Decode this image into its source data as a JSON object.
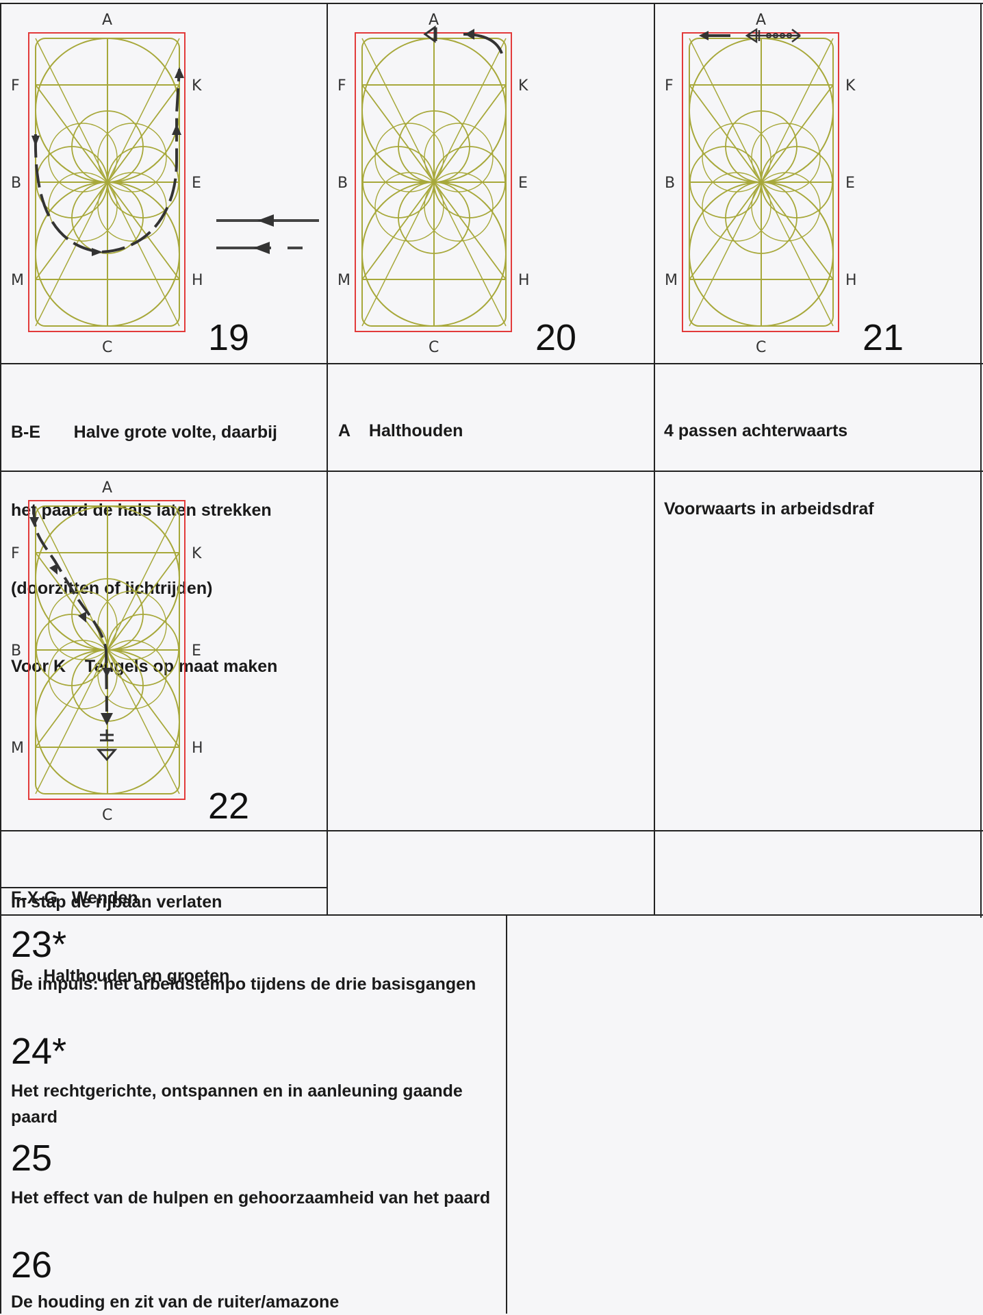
{
  "arena_letters": {
    "top": "A",
    "bottom": "C",
    "left": [
      "F",
      "B",
      "M"
    ],
    "right": [
      "K",
      "E",
      "H"
    ]
  },
  "colors": {
    "arena_border": "#e23a3a",
    "arena_lines": "#a7a83a",
    "route": "#333333"
  },
  "figures": [
    {
      "number": "19",
      "text_lines": [
        "B-E       Halve grote volte, daarbij",
        "het paard de hals laten strekken",
        "(doorzitten of lichtrijden)",
        "Voor K    Teugels op maat maken"
      ]
    },
    {
      "number": "20",
      "text_lines": [
        "A    Halthouden"
      ]
    },
    {
      "number": "21",
      "text_lines": [
        "4 passen achterwaarts",
        "Voorwaarts in arbeidsdraf"
      ]
    },
    {
      "number": "22",
      "text_lines": [
        "F-X-G   Wenden",
        "G    Halthouden en groeten"
      ],
      "extra_line": "In stap de rijbaan verlaten"
    }
  ],
  "scores": [
    {
      "number": "23*",
      "description": "De impuls: het arbeidstempo tijdens de drie basisgangen"
    },
    {
      "number": "24*",
      "description": "Het rechtgerichte, ontspannen en in aanleuning gaande paard"
    },
    {
      "number": "25",
      "description": "Het effect van de hulpen en gehoorzaamheid van het paard"
    },
    {
      "number": "26",
      "description": "De houding en zit van de ruiter/amazone"
    }
  ]
}
